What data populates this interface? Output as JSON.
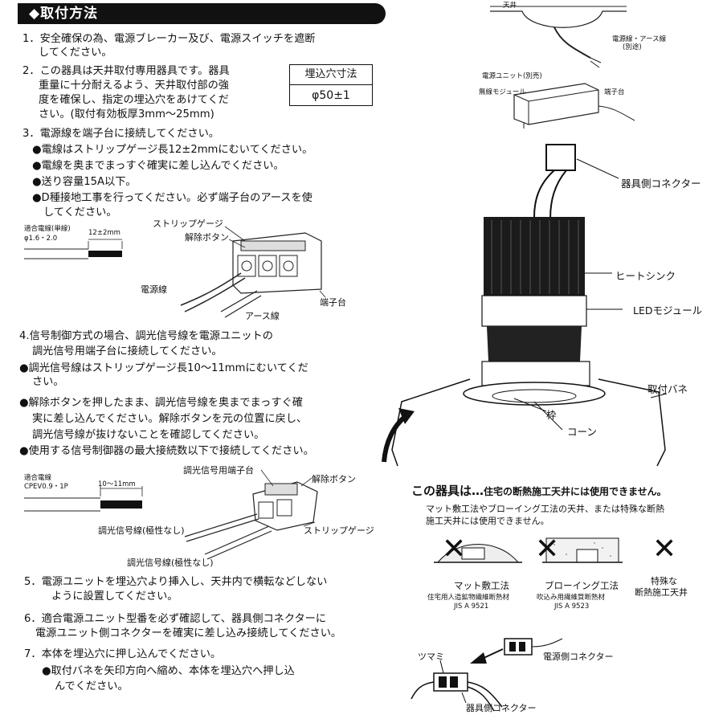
{
  "header": {
    "title": "◆取付方法"
  },
  "steps": {
    "s1a": "1．安全確保の為、電源ブレーカー及び、電源スイッチを遮断",
    "s1b": "してください。",
    "s2a": "2．この器具は天井取付専用器具です。器具",
    "s2b": "重量に十分耐えるよう、天井取付部の強",
    "s2c": "度を確保し、指定の埋込穴をあけてくだ",
    "s2d": "さい。(取付有効板厚3mm〜25mm)",
    "s3": "3．電源線を端子台に接続してください。",
    "s3b1": "●電線はストリップゲージ長12±2mmにむいてください。",
    "s3b2": "●電線を奥までまっすぐ確実に差し込んでください。",
    "s3b3": "●送り容量15A以下。",
    "s3b4a": "●D種接地工事を行ってください。必ず端子台のアースを使",
    "s3b4b": "してください。",
    "s4a": "4.信号制御方式の場合、調光信号線を電源ユニットの",
    "s4b": "調光信号用端子台に接続してください。",
    "s4b1a": "●調光信号線はストリップゲージ長10〜11mmにむいてくだ",
    "s4b1b": "さい。",
    "s4b2a": "●解除ボタンを押したまま、調光信号線を奥までまっすぐ確",
    "s4b2b": "実に差し込んでください。解除ボタンを元の位置に戻し、",
    "s4b2c": "調光信号線が抜けないことを確認してください。",
    "s4b3": "●使用する信号制御器の最大接続数以下で接続してください。",
    "s5a": "5．電源ユニットを埋込穴より挿入し、天井内で横転などしない",
    "s5b": "ように設置してください。",
    "s6a": "6．適合電源ユニット型番を必ず確認して、器具側コネクターに",
    "s6b": "電源ユニット側コネクターを確実に差し込み接続してください。",
    "s7": "7．本体を埋込穴に押し込んでください。",
    "s7b1a": "●取付バネを矢印方向へ縮め、本体を埋込穴へ押し込",
    "s7b1b": "んでください。"
  },
  "hole_size": {
    "label": "埋込穴寸法",
    "value": "φ50±1"
  },
  "fig_terminal": {
    "wire_label1": "適合電線(単線)",
    "wire_label2": "φ1.6・2.0",
    "strip_len": "12±2mm",
    "strip_gauge": "ストリップゲージ",
    "release_button": "解除ボタン",
    "power_wire": "電源線",
    "earth_wire": "アース線",
    "terminal_block": "端子台"
  },
  "fig_signal": {
    "wire_label1": "適合電線",
    "wire_label2": "CPEV0.9・1P",
    "strip_len": "10〜11mm",
    "signal_terminal": "調光信号用端子台",
    "release_button": "解除ボタン",
    "signal_wire1": "調光信号線(極性なし)",
    "strip_gauge": "ストリップゲージ",
    "signal_wire2": "調光信号線(極性なし)"
  },
  "fig_ceiling": {
    "ceiling": "天井",
    "power_line": "電源線・アース線",
    "power_line_note": "(別途)",
    "power_unit": "電源ユニット(別売)",
    "wireless_module": "無線モジュール",
    "terminal": "端子台"
  },
  "fig_fixture": {
    "connector": "器具側コネクター",
    "heatsink": "ヒートシンク",
    "led_module": "LEDモジュール",
    "spring": "取付バネ",
    "frame": "枠",
    "cone": "コーン"
  },
  "warning": {
    "title_bold": "この器具は…",
    "title_rest": "住宅の断熱施工天井には使用できません。",
    "line1": "マット敷工法やブローイング工法の天井、または特殊な断熱",
    "line2": "施工天井には使用できません。",
    "items": [
      {
        "name": "マット敷工法",
        "sub1": "住宅用人造鉱物繊維断熱材",
        "sub2": "JIS A 9521"
      },
      {
        "name": "ブローイング工法",
        "sub1": "吹込み用繊維質断熱材",
        "sub2": "JIS A 9523"
      },
      {
        "name": "特殊な",
        "sub1": "断熱施工天井"
      }
    ],
    "cross_symbol": "✕"
  },
  "fig_connector": {
    "knob": "ツマミ",
    "power_side": "電源側コネクター",
    "fixture_side": "器具側コネクター"
  }
}
